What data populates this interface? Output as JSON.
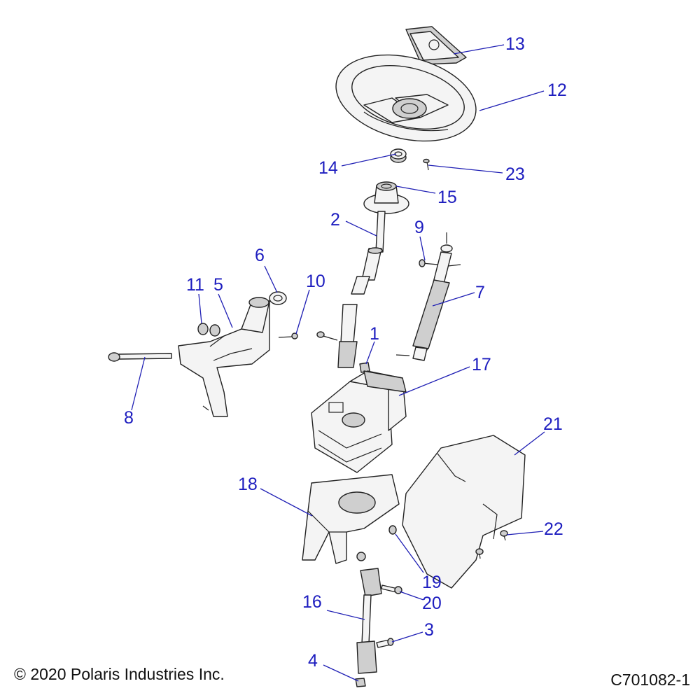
{
  "callouts": [
    {
      "id": "1",
      "label": "1"
    },
    {
      "id": "2",
      "label": "2"
    },
    {
      "id": "3",
      "label": "3"
    },
    {
      "id": "4",
      "label": "4"
    },
    {
      "id": "5",
      "label": "5"
    },
    {
      "id": "6",
      "label": "6"
    },
    {
      "id": "7",
      "label": "7"
    },
    {
      "id": "8",
      "label": "8"
    },
    {
      "id": "9",
      "label": "9"
    },
    {
      "id": "10",
      "label": "10"
    },
    {
      "id": "11",
      "label": "11"
    },
    {
      "id": "12",
      "label": "12"
    },
    {
      "id": "13",
      "label": "13"
    },
    {
      "id": "14",
      "label": "14"
    },
    {
      "id": "15",
      "label": "15"
    },
    {
      "id": "16",
      "label": "16"
    },
    {
      "id": "17",
      "label": "17"
    },
    {
      "id": "18",
      "label": "18"
    },
    {
      "id": "19",
      "label": "19"
    },
    {
      "id": "20",
      "label": "20"
    },
    {
      "id": "21",
      "label": "21"
    },
    {
      "id": "22",
      "label": "22"
    },
    {
      "id": "23",
      "label": "23"
    }
  ],
  "footer": {
    "copyright": "© 2020 Polaris Industries Inc.",
    "figure_id": "C701082-1"
  },
  "colors": {
    "callout_text": "#1d1dbf",
    "leader_line": "#1f1fb4",
    "part_outline": "#222222",
    "part_fill": "#f4f4f4"
  }
}
